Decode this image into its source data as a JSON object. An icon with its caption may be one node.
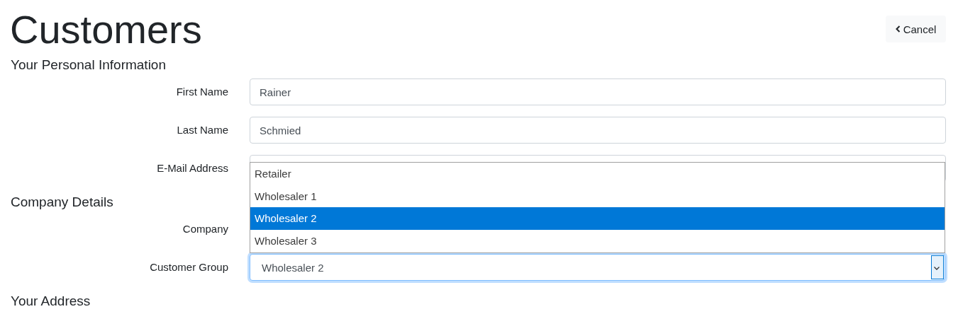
{
  "diagram": {
    "title": "Customers",
    "nodes": [
      {
        "text": [
          "Cancel"
        ]
      },
      {
        "text": [
          "Rainer"
        ],
        "beside": [
          "First Name"
        ]
      },
      {
        "text": [
          "Schmied"
        ],
        "beside": [
          "Last Name"
        ]
      },
      {
        "text": [],
        "shape": "box",
        "beside": [
          "E-Mail Address"
        ]
      },
      {
        "text": [
          "Wholesaler 2"
        ],
        "beside": [
          "Customer Group"
        ]
      },
      {
        "text": [],
        "shape": "box"
      },
      {
        "text": [
          "Retailer"
        ]
      },
      {
        "text": [
          "Wholesaler 1"
        ],
        "in": 5
      },
      {
        "text": [
          "Wholesaler 2"
        ],
        "in": 5
      },
      {
        "text": [
          "Wholesaler 3"
        ],
        "in": 5
      }
    ],
    "labels": [
      "Your Personal Information",
      "Company Details",
      "Company",
      "Your Address"
    ]
  }
}
